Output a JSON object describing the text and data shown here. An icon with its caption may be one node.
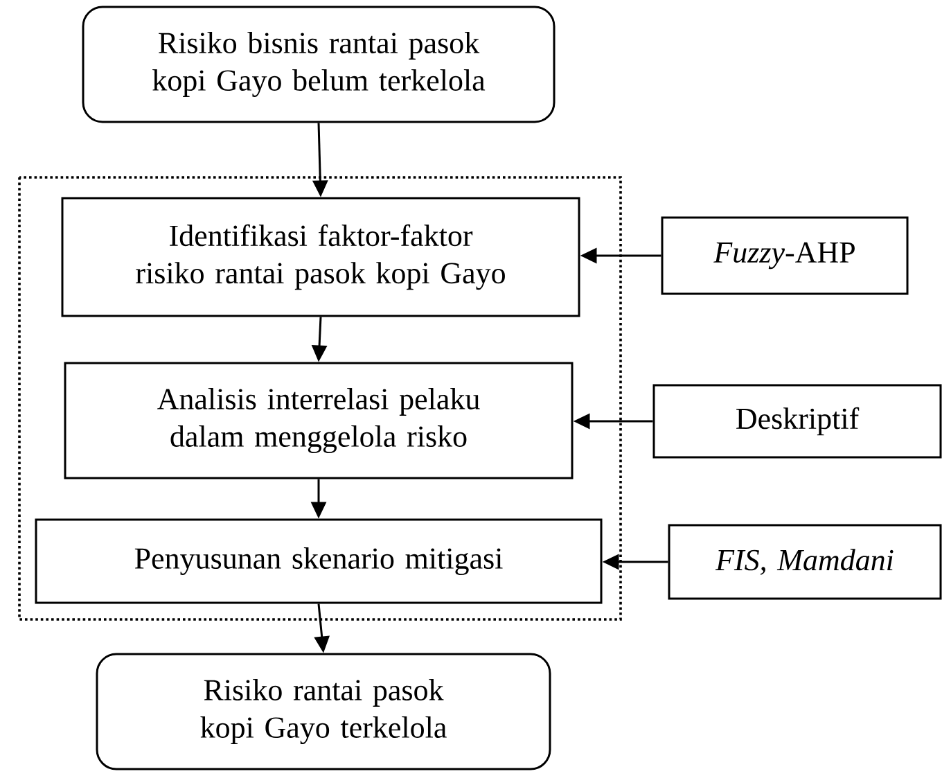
{
  "diagram": {
    "nodes": [
      {
        "text": [
          "Risiko bisnis rantai pasok kopi Gayo belum terkelola"
        ]
      },
      {
        "text": [
          "Identifikasi faktor-faktor risiko rantai pasok kopi Gayo"
        ]
      },
      {
        "text": [
          "*Fuzzy*-AHP"
        ]
      },
      {
        "text": [
          "Analisis interrelasi pelaku dalam menggelola risko"
        ]
      },
      {
        "text": [
          "Deskriptif"
        ]
      },
      {
        "text": [
          "Penyusunan skenario mitigasi"
        ]
      },
      {
        "text": [
          "FIS, Mamdani"
        ]
      },
      {
        "text": [
          "Risiko rantai pasok kopi Gayo terkelola"
        ]
      }
    ],
    "edges": [
      {
        "from": 0,
        "to": 1,
        "arrow": "to"
      },
      {
        "from": 1,
        "to": 3,
        "arrow": "to"
      },
      {
        "from": 3,
        "to": 5,
        "arrow": "to"
      },
      {
        "from": 5,
        "to": 7,
        "arrow": "to"
      },
      {
        "from": 2,
        "to": 1,
        "arrow": "to"
      },
      {
        "from": 4,
        "to": 3,
        "arrow": "to"
      },
      {
        "from": 6,
        "to": 5,
        "arrow": "to"
      }
    ]
  }
}
